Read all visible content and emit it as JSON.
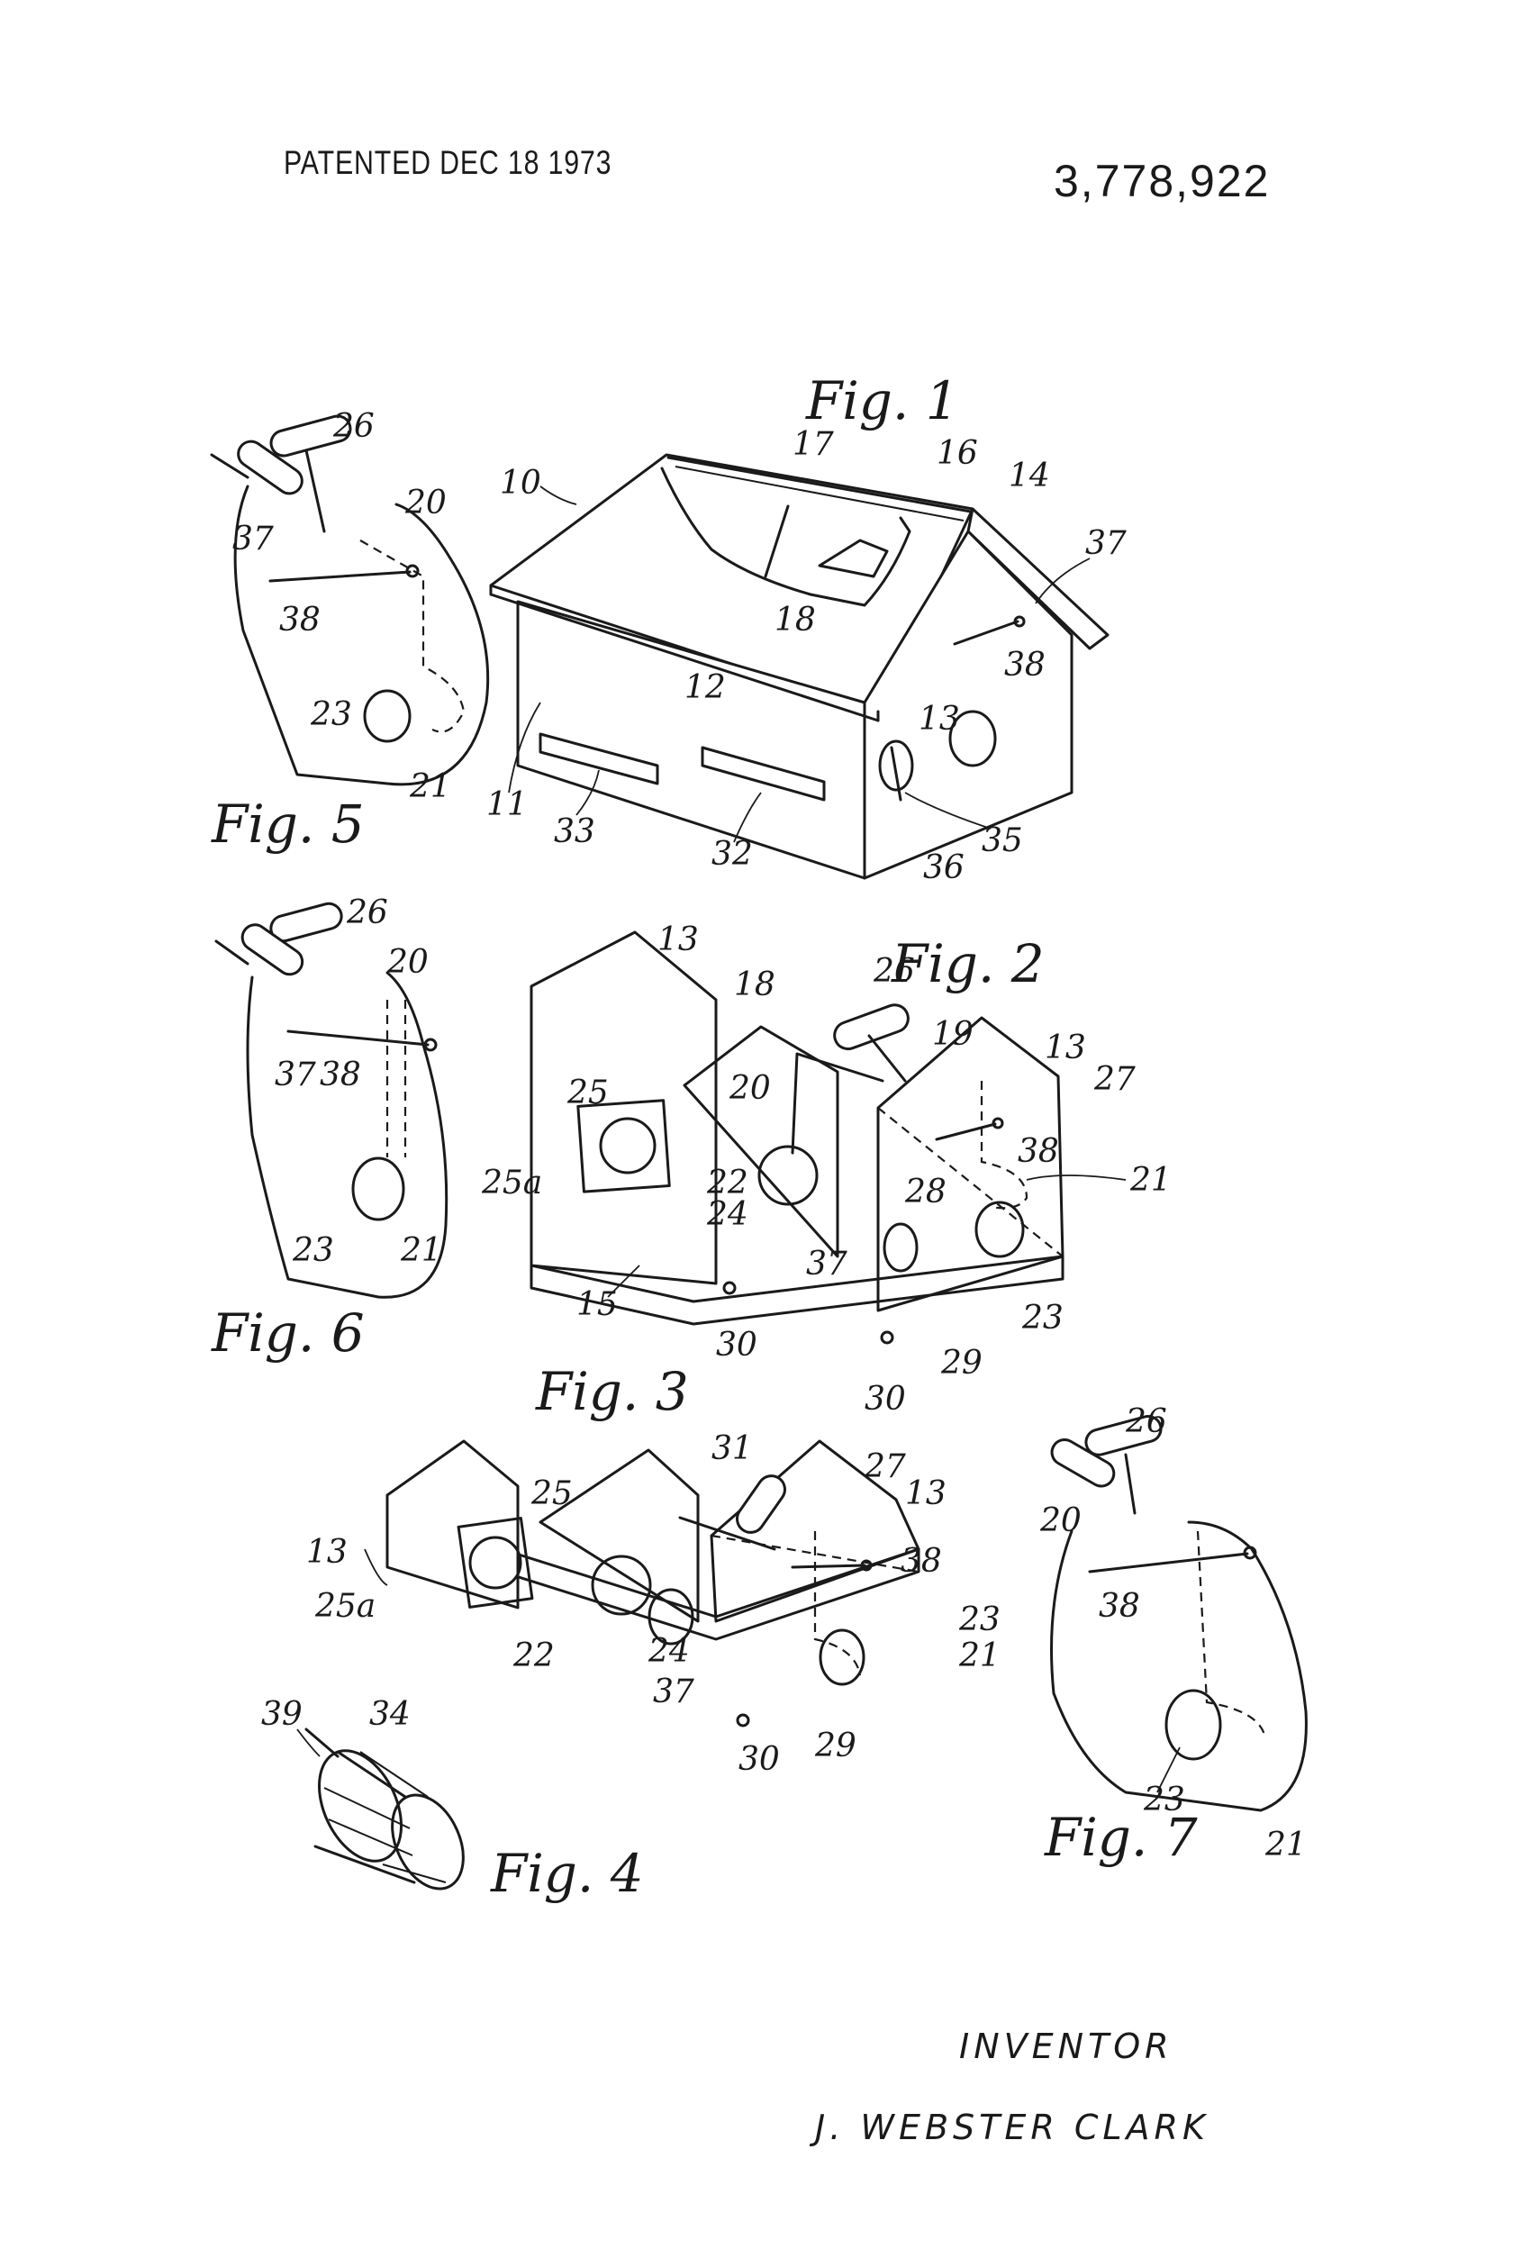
{
  "header": {
    "patented_date": "PATENTED DEC 18 1973",
    "patent_number": "3,778,922"
  },
  "figures": {
    "fig1": "Fig. 1",
    "fig2": "Fig. 2",
    "fig3": "Fig. 3",
    "fig4": "Fig. 4",
    "fig5": "Fig. 5",
    "fig6": "Fig. 6",
    "fig7": "Fig. 7"
  },
  "refs": {
    "fig1": [
      "10",
      "11",
      "12",
      "13",
      "14",
      "16",
      "17",
      "18",
      "32",
      "33",
      "35",
      "36",
      "37",
      "38"
    ],
    "fig2": [
      "13",
      "13",
      "15",
      "18",
      "19",
      "20",
      "21",
      "22",
      "23",
      "24",
      "25",
      "25a",
      "26",
      "27",
      "28",
      "29",
      "30",
      "30",
      "37",
      "38"
    ],
    "fig3": [
      "13",
      "13",
      "21",
      "22",
      "23",
      "24",
      "25",
      "25a",
      "27",
      "29",
      "30",
      "31",
      "37",
      "38"
    ],
    "fig4": [
      "34",
      "39"
    ],
    "fig5": [
      "20",
      "21",
      "23",
      "26",
      "37",
      "38"
    ],
    "fig6": [
      "20",
      "21",
      "23",
      "26",
      "37",
      "38"
    ],
    "fig7": [
      "20",
      "21",
      "23",
      "26",
      "38"
    ]
  },
  "inventor": {
    "label": "INVENTOR",
    "name": "J. WEBSTER CLARK"
  }
}
